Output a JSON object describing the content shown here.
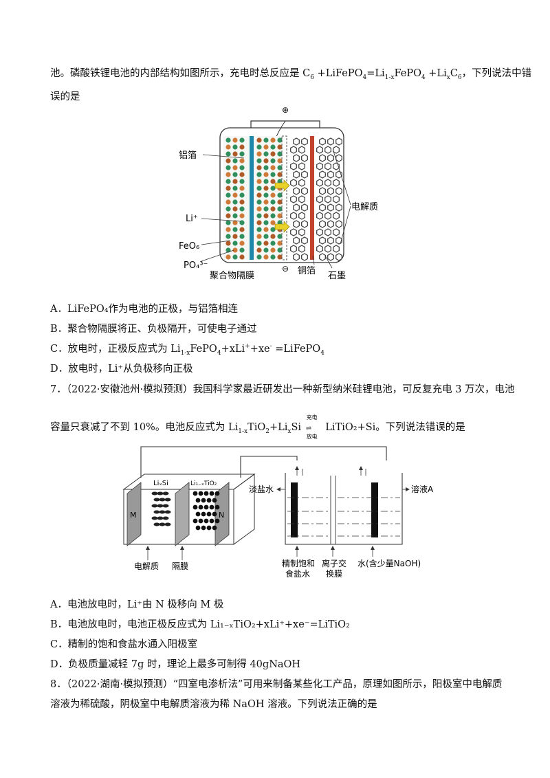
{
  "q6": {
    "intro_a": "池。磷酸铁锂电池的内部结构如图所示，充电时总反应是 C",
    "intro_b": "误的是",
    "fig_labels": {
      "plus": "⊕",
      "minus": "⊖",
      "al_foil": "铝箔",
      "li_ion": "Li⁺",
      "feo6": "FeO₆",
      "po4": "PO₄³⁻",
      "separator": "聚合物隔膜",
      "cu_foil": "铜箔",
      "graphite": "石墨",
      "electrolyte": "电解质"
    },
    "options": {
      "a": "A．LiFePO₄作为电池的正极，与铝箔相连",
      "b": "B．聚合物隔膜将正、负极隔开，可使电子通过",
      "c_prefix": "C．放电时，正极反应式为 Li",
      "d": "D．放电时，Li⁺从负极移向正极"
    }
  },
  "q7": {
    "stem_a": "7．（2022·安徽池州·模拟预测）我国科学家最近研发出一种新型纳米硅锂电池，可反复充电 3 万次，电池",
    "stem_b_prefix": "容量只衰减了不到 10%。电池反应式为 Li",
    "arrow_top": "充电",
    "arrow_bottom": "放电",
    "stem_b_suffix": "LiTiO₂+Si。下列说法错误的是",
    "fig_labels": {
      "m": "M",
      "n": "N",
      "lixsi": "LiₓSi",
      "li1xtio2": "Li₁₋ₓTiO₂",
      "electrolyte": "电解质",
      "separator": "隔膜",
      "dilute_brine": "淡盐水",
      "solution_a": "溶液A",
      "refined_brine_1": "精制饱和",
      "refined_brine_2": "食盐水",
      "ion_membrane_1": "离子交",
      "ion_membrane_2": "换膜",
      "water": "水(含少量NaOH)"
    },
    "options": {
      "a": "A．电池放电时，Li⁺由 N 极移向 M 极",
      "b": "B．电池放电时，电池正极反应式为 Li₁₋ₓTiO₂+xLi⁺+xe⁻=LiTiO₂",
      "c": "C．精制的饱和食盐水通入阳极室",
      "d": "D．负极质量减轻 7g 时，理论上最多可制得 40gNaOH"
    }
  },
  "q8": {
    "stem_a": "8．（2022·湖南·模拟预测）“四室电渗析法”可用来制备某些化工产品，原理如图所示，阳极室中电解质",
    "stem_b": "溶液为稀硫酸，阴极室中电解质溶液为稀 NaOH 溶液。下列说法正确的是"
  }
}
